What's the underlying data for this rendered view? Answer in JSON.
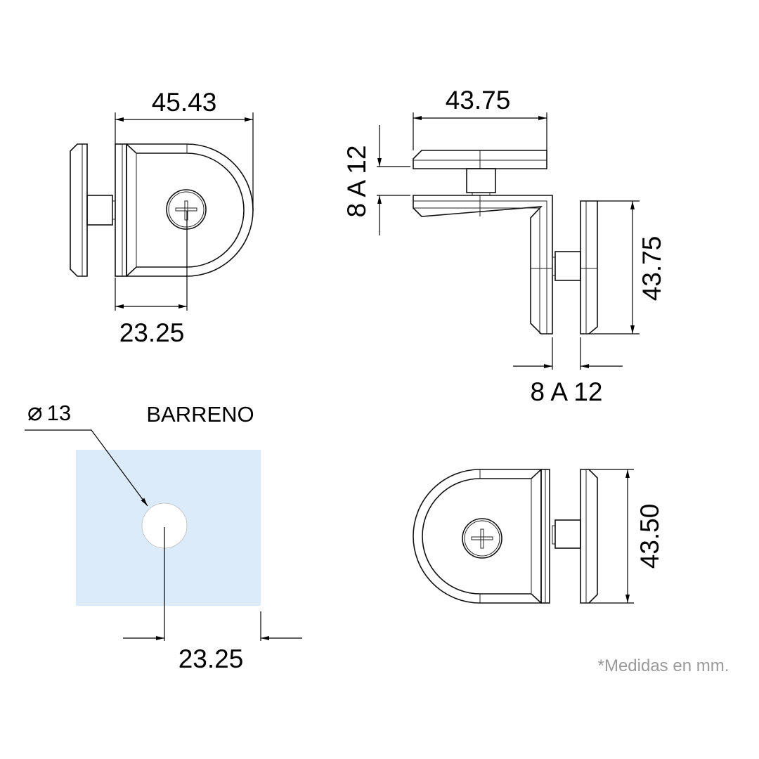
{
  "dimensions": {
    "side_width": "45.43",
    "side_screw_offset": "23.25",
    "top_width": "43.75",
    "top_gap": "8 A 12",
    "top_height": "43.75",
    "bottom_gap": "8 A 12",
    "front_height": "43.50",
    "hole_offset": "23.25"
  },
  "hole": {
    "diameter_symbol": "⌀",
    "diameter": "13",
    "label": "BARRENO"
  },
  "note": "*Medidas en mm.",
  "colors": {
    "glass": "#dcebf9",
    "note": "#9a9a9a"
  }
}
